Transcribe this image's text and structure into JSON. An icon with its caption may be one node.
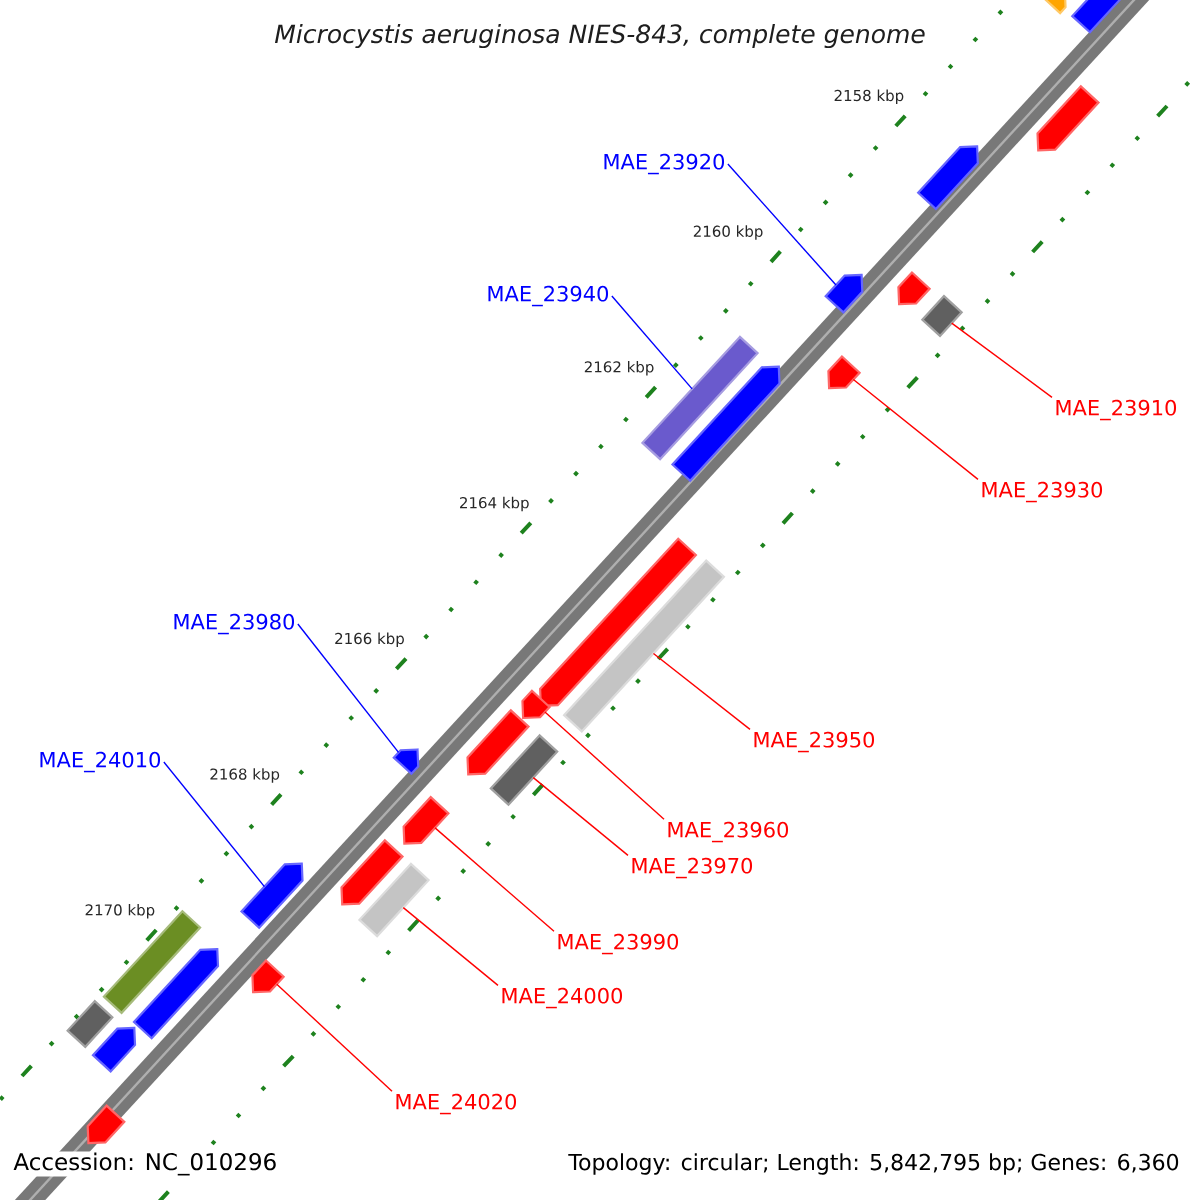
{
  "diagram": {
    "title": "Microcystis aeruginosa NIES-843, complete genome",
    "nodes": [
      {
        "text": [],
        "shape": "pentagon"
      },
      {
        "text": [],
        "shape": "pentagon"
      },
      {
        "text": [],
        "shape": "pentagon"
      },
      {
        "text": [
          "MAE_23920"
        ]
      },
      {
        "text": [],
        "shape": "pentagon"
      },
      {
        "text": [],
        "shape": "pentagon"
      },
      {
        "text": [],
        "shape": "pentagon"
      },
      {
        "text": [
          "MAE_23940"
        ]
      },
      {
        "text": [],
        "shape": "box"
      },
      {
        "text": [],
        "shape": "pentagon"
      },
      {
        "text": [],
        "shape": "box"
      },
      {
        "text": [
          "MAE_23910"
        ]
      },
      {
        "text": [],
        "shape": "pentagon"
      },
      {
        "text": [
          "MAE_23930"
        ]
      },
      {
        "text": [],
        "shape": "pentagon"
      },
      {
        "text": [
          "MAE_23980"
        ]
      },
      {
        "text": [],
        "shape": "box"
      },
      {
        "text": [],
        "shape": "pentagon"
      },
      {
        "text": [
          "MAE_23950"
        ]
      },
      {
        "text": [],
        "shape": "pentagon"
      },
      {
        "text": [],
        "shape": "pentagon"
      },
      {
        "text": [
          "MAE_24010"
        ]
      },
      {
        "text": [],
        "shape": "box"
      },
      {
        "text": [],
        "shape": "pentagon"
      },
      {
        "text": [
          "MAE_23960"
        ]
      },
      {
        "text": [
          "MAE_23970"
        ]
      },
      {
        "text": [],
        "shape": "pentagon"
      },
      {
        "text": [],
        "shape": "pentagon"
      },
      {
        "text": [],
        "shape": "box"
      },
      {
        "text": [
          "MAE_23990"
        ]
      },
      {
        "text": [],
        "shape": "box"
      },
      {
        "text": [],
        "shape": "pentagon"
      },
      {
        "text": [],
        "shape": "pentagon"
      },
      {
        "text": [
          "MAE_24000"
        ]
      },
      {
        "text": [],
        "shape": "box"
      },
      {
        "text": [],
        "shape": "pentagon"
      },
      {
        "text": [
          "MAE_24020"
        ]
      },
      {
        "text": [],
        "shape": "pentagon"
      }
    ],
    "edges": [
      {
        "from": 3,
        "to": 6,
        "arrow": "none",
        "color": "#0000ff"
      },
      {
        "from": 7,
        "to": 10,
        "arrow": "none",
        "color": "#0000ff"
      },
      {
        "from": 11,
        "to": 8,
        "arrow": "none"
      },
      {
        "from": 13,
        "to": 9,
        "arrow": "none"
      },
      {
        "from": 15,
        "to": 20,
        "arrow": "none",
        "color": "#0000ff"
      },
      {
        "from": 18,
        "to": 16,
        "arrow": "none"
      },
      {
        "from": 21,
        "to": 27,
        "arrow": "none",
        "color": "#0000ff"
      },
      {
        "from": 24,
        "to": 17,
        "arrow": "none"
      },
      {
        "from": 25,
        "to": 22,
        "arrow": "none"
      },
      {
        "from": 29,
        "to": 23,
        "arrow": "none"
      },
      {
        "from": 33,
        "to": 28,
        "arrow": "none"
      },
      {
        "from": 36,
        "to": 31,
        "arrow": "none"
      }
    ],
    "labels": [
      "2158 kbp",
      "2160 kbp",
      "2162 kbp",
      "2164 kbp",
      "2166 kbp",
      "2168 kbp",
      "2170 kbp",
      "Accession: NC_010296",
      "Topology: circular; Length: 5,842,795 bp; Genes: 6,360"
    ]
  }
}
